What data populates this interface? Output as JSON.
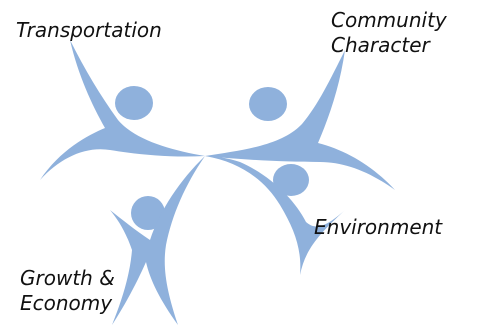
{
  "labels": {
    "transportation": "Transportation",
    "community_line1": "Community",
    "community_line2": "Character",
    "environment": "Environment",
    "growth_line1": "Growth &",
    "growth_line2": "Economy"
  },
  "colors": {
    "figure_fill": "#8fb1dc",
    "figure_fill_dark": "#7fa3d2",
    "text": "#111111",
    "background": "#ffffff"
  },
  "icons": {
    "figures": [
      "transportation-figure",
      "community-character-figure",
      "environment-figure",
      "growth-economy-figure"
    ]
  }
}
